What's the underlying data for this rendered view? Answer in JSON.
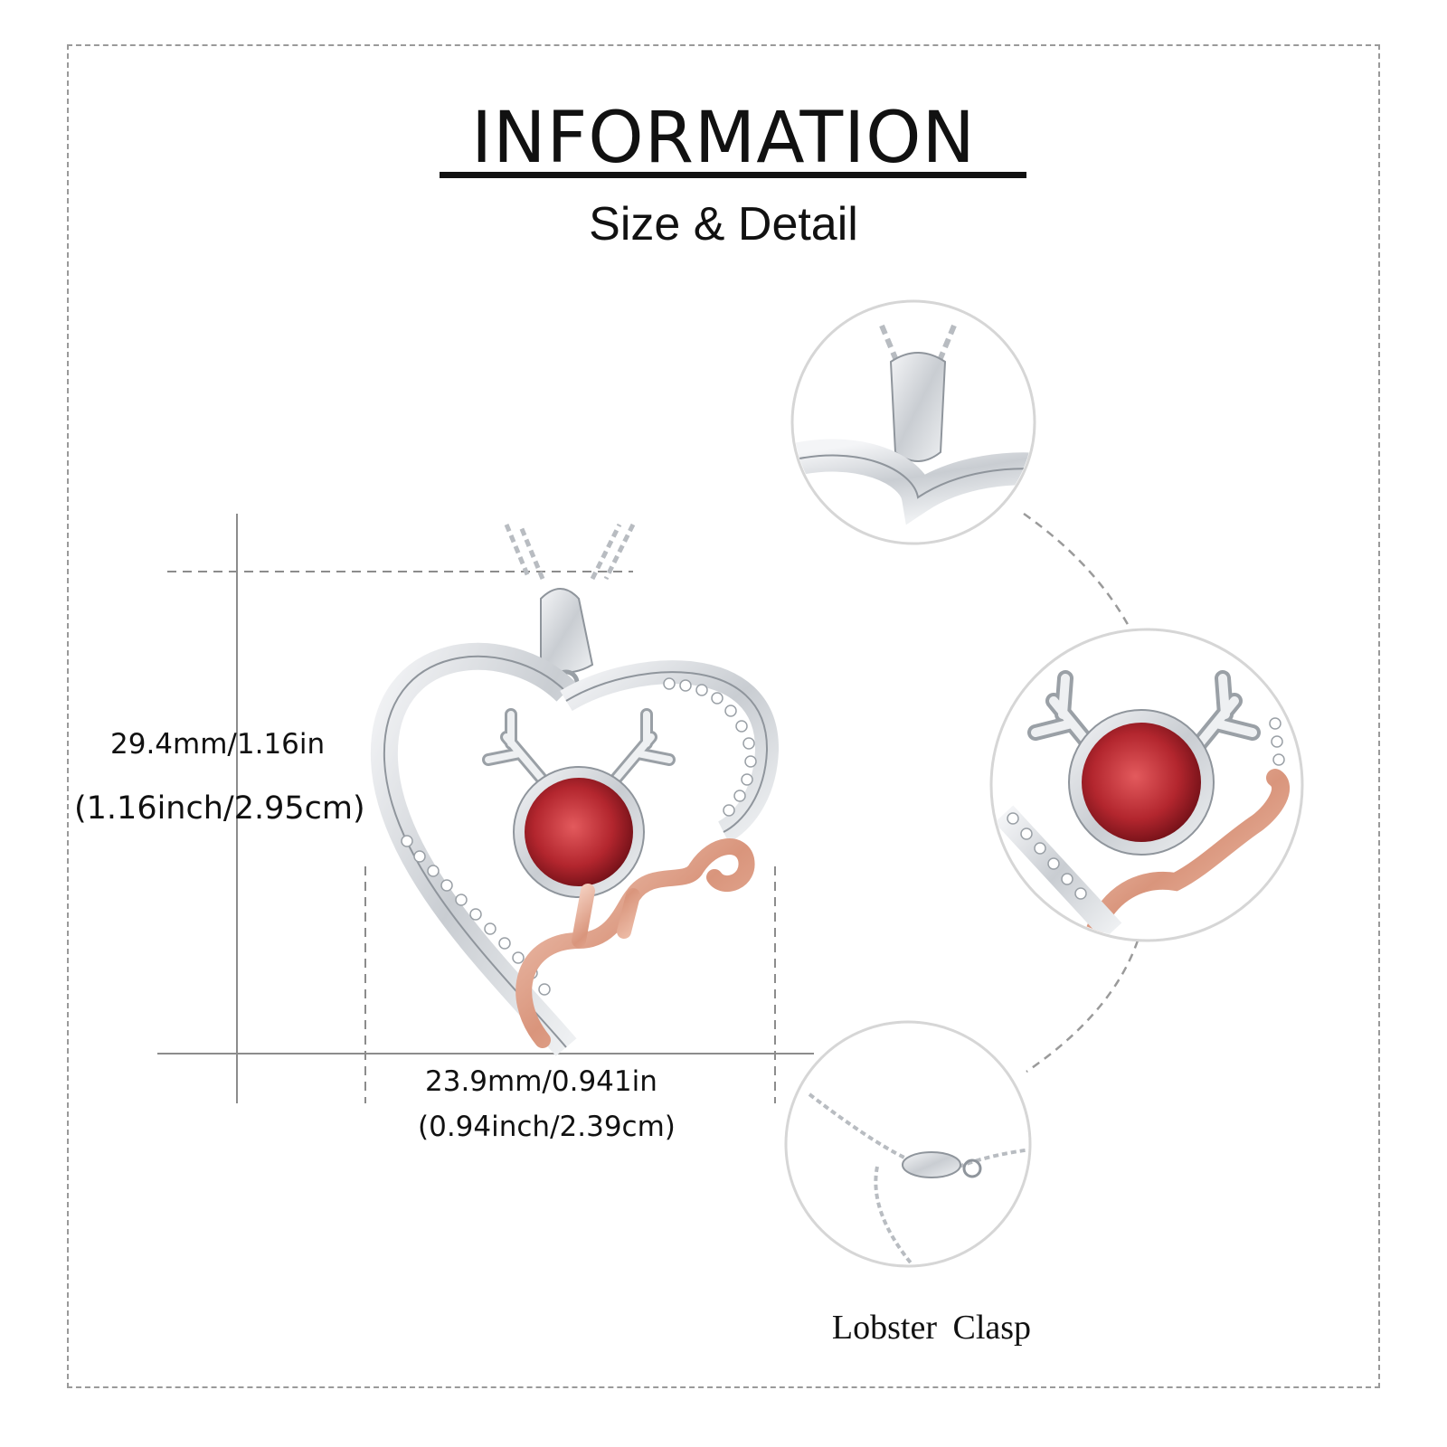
{
  "header": {
    "title": "INFORMATION",
    "subtitle": "Size & Detail"
  },
  "dimensions": {
    "height_primary": "29.4mm/1.16in",
    "height_secondary": "(1.16inch/2.95cm)",
    "width_primary": "23.9mm/0.941in",
    "width_secondary": "(0.94inch/2.39cm)"
  },
  "details": {
    "clasp_caption": "Lobster  Clasp"
  },
  "colors": {
    "silver": "#d9dde2",
    "silver_dark": "#8f959c",
    "rose_gold": "#e2a892",
    "garnet": "#b3262e",
    "dashed_lines": "#8c8c8c"
  },
  "icons": [
    "necklace-pendant-image",
    "bail-detail-image",
    "reindeer-stone-detail-image",
    "lobster-clasp-detail-image"
  ]
}
